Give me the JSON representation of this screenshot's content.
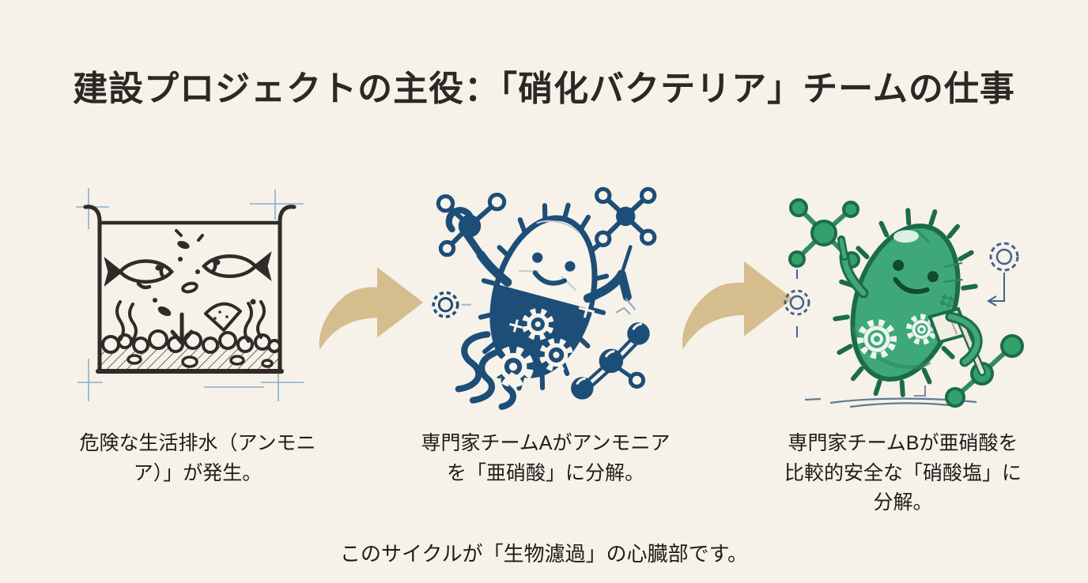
{
  "page": {
    "title": "建設プロジェクトの主役：「硝化バクテリア」チームの仕事",
    "footer": "このサイクルが「生物濾過」の心臓部です。"
  },
  "steps": [
    {
      "name": "wastewater-generation",
      "illustration": "aquarium-tank-sketch",
      "caption_lines": [
        "危険な生活排水（アンモニ",
        "ア）」が発生。"
      ]
    },
    {
      "name": "team-a-ammonia-to-nitrite",
      "illustration": "blue-bacteria-team-a",
      "caption_lines": [
        "専門家チームAがアンモニア",
        "を「亜硝酸」に分解。"
      ]
    },
    {
      "name": "team-b-nitrite-to-nitrate",
      "illustration": "green-bacteria-team-b",
      "caption_lines": [
        "専門家チームBが亜硝酸を",
        "比較的安全な「硝酸塩」に",
        "分解。"
      ]
    }
  ],
  "icons": {
    "flow_arrow": "curved-swoosh-arrow"
  },
  "colors": {
    "background": "#f6f2e9",
    "title_text": "#2b2825",
    "body_text": "#1f1d1a",
    "arrow_tan": "#d6bd8e",
    "sketch_ink": "#2e2b28",
    "blueprint_blue": "#88aec9",
    "bacteria_navy": "#1d4e78",
    "bacteria_green": "#3fa878",
    "bacteria_green_dark": "#1c6b4a",
    "accent_steel_blue": "#44618c"
  }
}
